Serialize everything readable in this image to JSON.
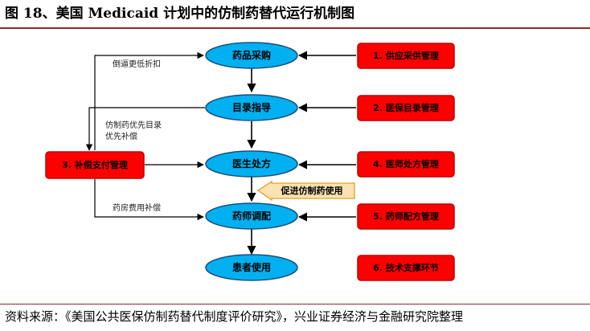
{
  "title": "图 18、美国 Medicaid 计划中的仿制药替代运行机制图",
  "source": "资料来源：《美国公共医保仿制药替代制度评价研究》，兴业证券经济与金融研究院整理",
  "flow_nodes": [
    "药品采购",
    "目录指导",
    "医生处方",
    "药师调配",
    "患者使用"
  ],
  "right_boxes": [
    "1. 供应采供管理",
    "2. 医保目录管理",
    "4. 医师处方管理",
    "5. 药师配方管理",
    "6. 技术支撑环节"
  ],
  "left_box": "3. 补偿支付管理",
  "notes": {
    "return_discount": "倒逼更低折扣",
    "priority_line1": "仿制药优先目录",
    "priority_line2": "优先补偿",
    "pharmacy_fee": "药房费用补偿"
  },
  "promote_arrow": "促进仿制药使用",
  "colors": {
    "node_fill": "#00b0f0",
    "node_stroke": "#1f4e79",
    "red_fill": "#ff0000",
    "red_stroke": "#c00000",
    "orange_fill": "#fbe2b3",
    "orange_stroke": "#e0a020"
  }
}
